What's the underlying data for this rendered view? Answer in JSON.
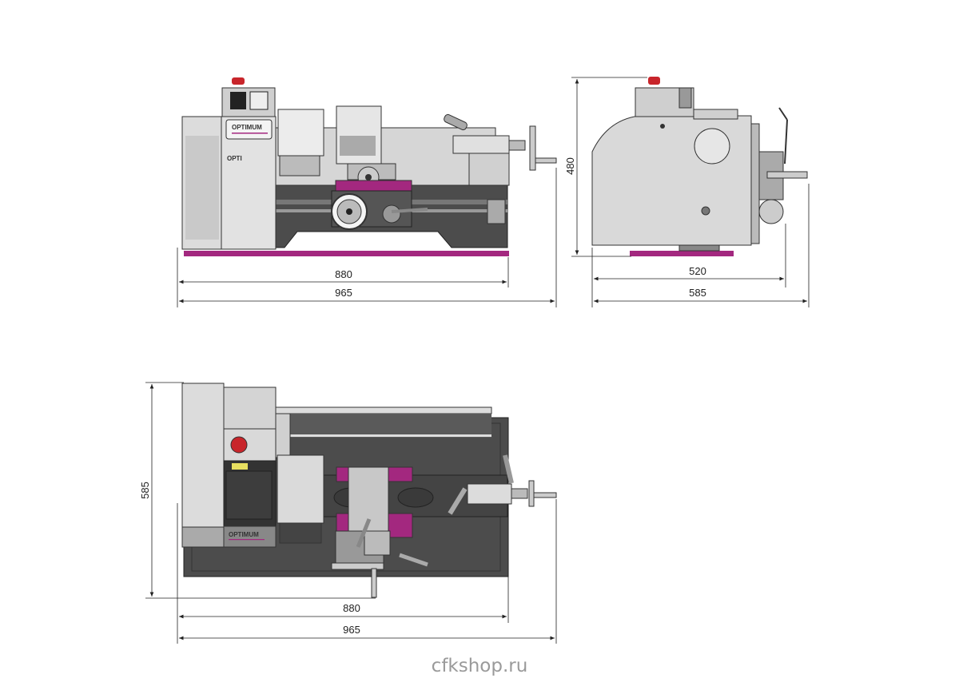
{
  "front_view": {
    "dimensions": {
      "bed_length": "880",
      "overall_length": "965"
    },
    "brand_label": "OPTIMUM",
    "model_label": "OPTI"
  },
  "side_view": {
    "dimensions": {
      "height": "480",
      "base_depth": "520",
      "overall_depth": "585"
    }
  },
  "top_view": {
    "dimensions": {
      "depth": "585",
      "bed_length": "880",
      "overall_length": "965"
    },
    "brand_label": "OPTIMUM"
  },
  "watermark": "cfkshop.ru",
  "colors": {
    "accent": "#a3287f",
    "body_light": "#d9d9d9",
    "body_dark": "#4c4c4c",
    "emergency": "#c8252b"
  }
}
